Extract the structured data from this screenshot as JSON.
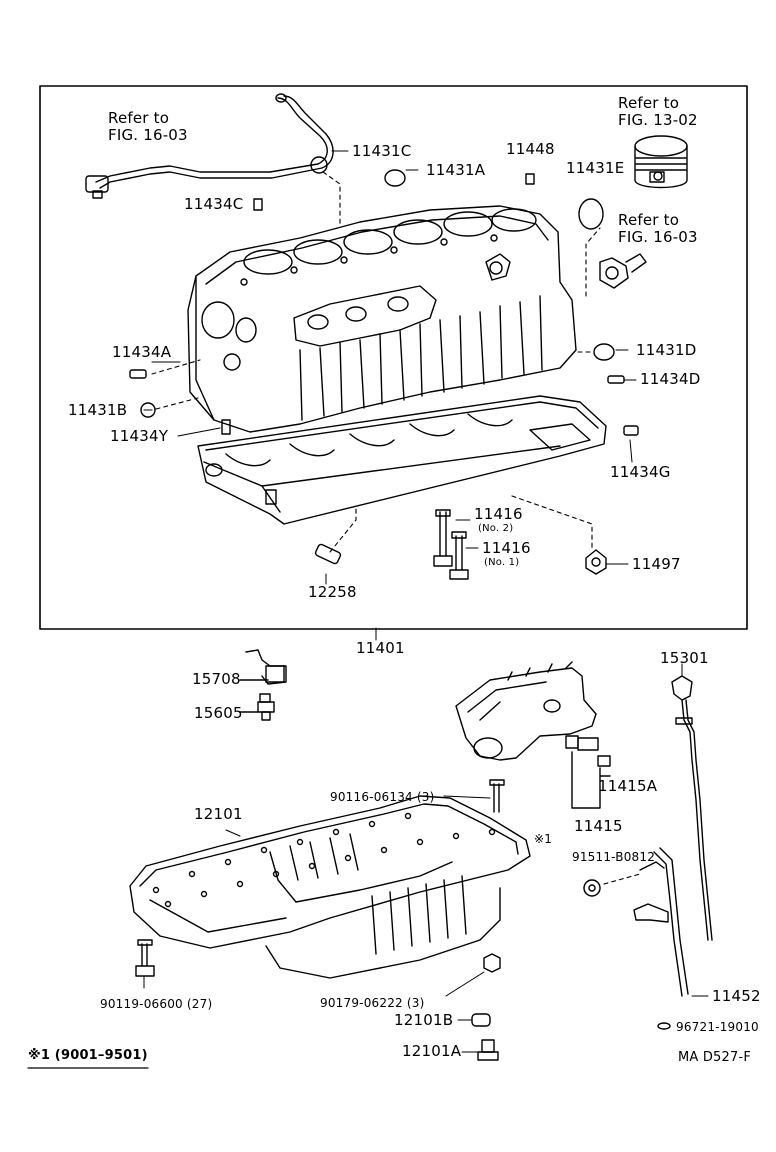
{
  "refs": {
    "ref_left_top": [
      "Refer to",
      "FIG. 16-03"
    ],
    "ref_right_top": [
      "Refer to",
      "FIG. 13-02"
    ],
    "ref_right_mid": [
      "Refer to",
      "FIG. 16-03"
    ]
  },
  "parts": {
    "p11431C": "11431C",
    "p11431A": "11431A",
    "p11448": "11448",
    "p11431E": "11431E",
    "p11434C": "11434C",
    "p11434A": "11434A",
    "p11431D": "11431D",
    "p11434D": "11434D",
    "p11431B": "11431B",
    "p11434Y": "11434Y",
    "p11434G": "11434G",
    "p11416_no2": "11416",
    "p11416_no2_sub": "(No. 2)",
    "p11416_no1": "11416",
    "p11416_no1_sub": "(No. 1)",
    "p11497": "11497",
    "p12258": "12258",
    "p11401": "11401",
    "p15708": "15708",
    "p15605": "15605",
    "p15301": "15301",
    "p90116": "90116-06134 (3)",
    "p11415A": "11415A",
    "p11415": "11415",
    "p12101": "12101",
    "p_mark1": "※1",
    "p91511": "91511-B0812",
    "p90119": "90119-06600 (27)",
    "p90179": "90179-06222 (3)",
    "p12101B": "12101B",
    "p12101A": "12101A",
    "p11452": "11452",
    "p96721": "96721-19010"
  },
  "footer": {
    "note": "※1 (9001–9501)",
    "code": "MA D527-F"
  }
}
